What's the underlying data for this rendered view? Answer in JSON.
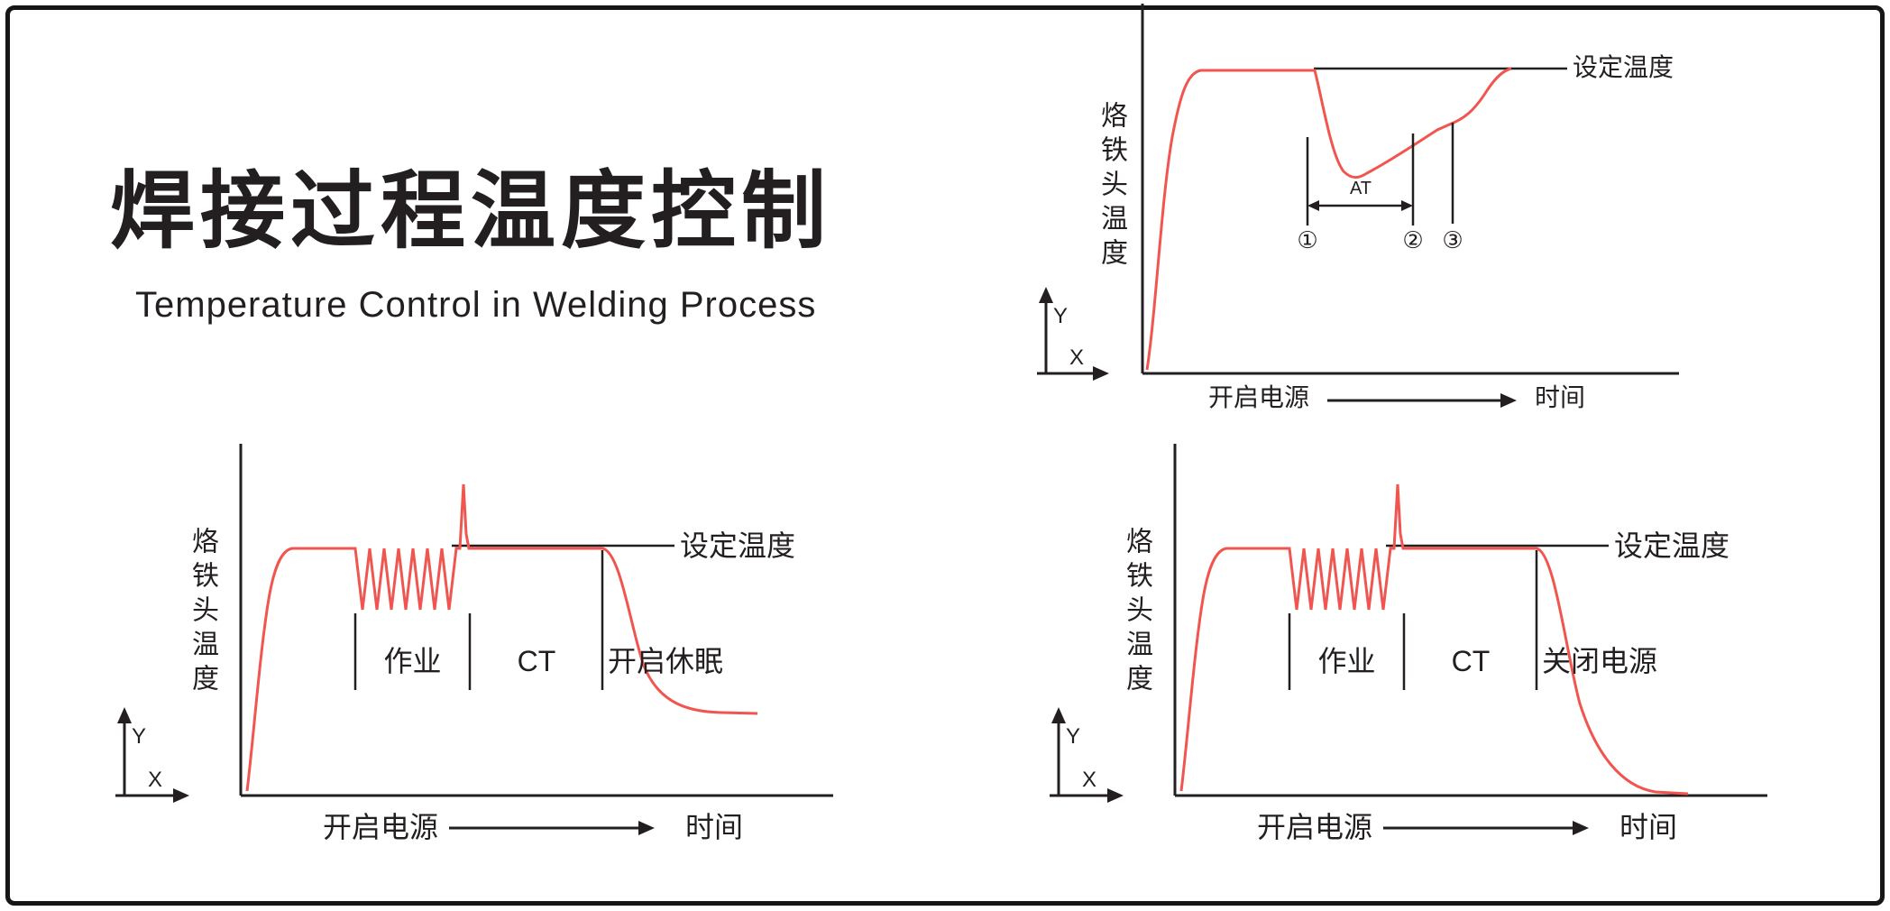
{
  "header": {
    "title": "焊接过程温度控制",
    "subtitle": "Temperature Control in Welding Process"
  },
  "colors": {
    "ink": "#231f20",
    "curve": "#f0564f",
    "background": "#ffffff"
  },
  "axis_indicator": {
    "y": "Y",
    "x": "X"
  },
  "charts": {
    "power_on": {
      "y_axis_label": "烙铁头温度",
      "set_temp_label": "设定温度",
      "x_start_label": "开启电源",
      "x_end_label": "时间",
      "at_label": "AT",
      "markers": [
        "①",
        "②",
        "③"
      ]
    },
    "auto_sleep": {
      "y_axis_label": "烙铁头温度",
      "set_temp_label": "设定温度",
      "x_start_label": "开启电源",
      "x_end_label": "时间",
      "work_label": "作业",
      "ct_label": "CT",
      "end_label": "开启休眠"
    },
    "power_off": {
      "y_axis_label": "烙铁头温度",
      "set_temp_label": "设定温度",
      "x_start_label": "开启电源",
      "x_end_label": "时间",
      "work_label": "作业",
      "ct_label": "CT",
      "end_label": "关闭电源"
    }
  }
}
